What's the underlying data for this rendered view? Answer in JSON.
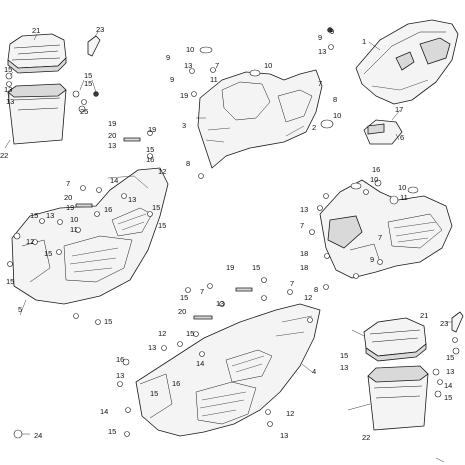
{
  "diagram": {
    "type": "exploded-parts-diagram",
    "callouts": {
      "c1": "1",
      "c2": "2",
      "c3": "3",
      "c4": "4",
      "c5": "5",
      "c6": "6",
      "c7a": "7",
      "c7b": "7",
      "c7c": "7",
      "c7d": "7",
      "c7e": "7",
      "c7f": "7",
      "c7g": "7",
      "c8a": "8",
      "c8b": "8",
      "c8c": "8",
      "c9a": "9",
      "c9b": "9",
      "c9c": "9",
      "c9d": "9",
      "c10a": "10",
      "c10b": "10",
      "c10c": "10",
      "c10d": "10",
      "c10e": "10",
      "c10f": "10",
      "c11a": "11",
      "c11b": "11",
      "c11c": "11",
      "c12a": "12",
      "c12b": "12",
      "c12c": "12",
      "c12d": "12",
      "c12e": "12",
      "c13a": "13",
      "c13b": "13",
      "c13c": "13",
      "c13d": "13",
      "c13e": "13",
      "c13f": "13",
      "c13g": "13",
      "c13h": "13",
      "c14a": "14",
      "c14b": "14",
      "c14c": "14",
      "c14d": "14",
      "c15a": "15",
      "c15b": "15",
      "c15c": "15",
      "c15d": "15",
      "c15e": "15",
      "c15f": "15",
      "c15g": "15",
      "c15h": "15",
      "c15i": "15",
      "c15j": "15",
      "c15k": "15",
      "c15l": "15",
      "c15m": "15",
      "c15n": "15",
      "c15o": "15",
      "c16a": "16",
      "c16b": "16",
      "c16c": "16",
      "c17": "17",
      "c18a": "18",
      "c18b": "18",
      "c19a": "19",
      "c19b": "19",
      "c19c": "19",
      "c19d": "19",
      "c19e": "19",
      "c20a": "20",
      "c20b": "20",
      "c20c": "20",
      "c21a": "21",
      "c21b": "21",
      "c22a": "22",
      "c22b": "22",
      "c23": "23",
      "c24": "24",
      "c25": "25"
    }
  }
}
